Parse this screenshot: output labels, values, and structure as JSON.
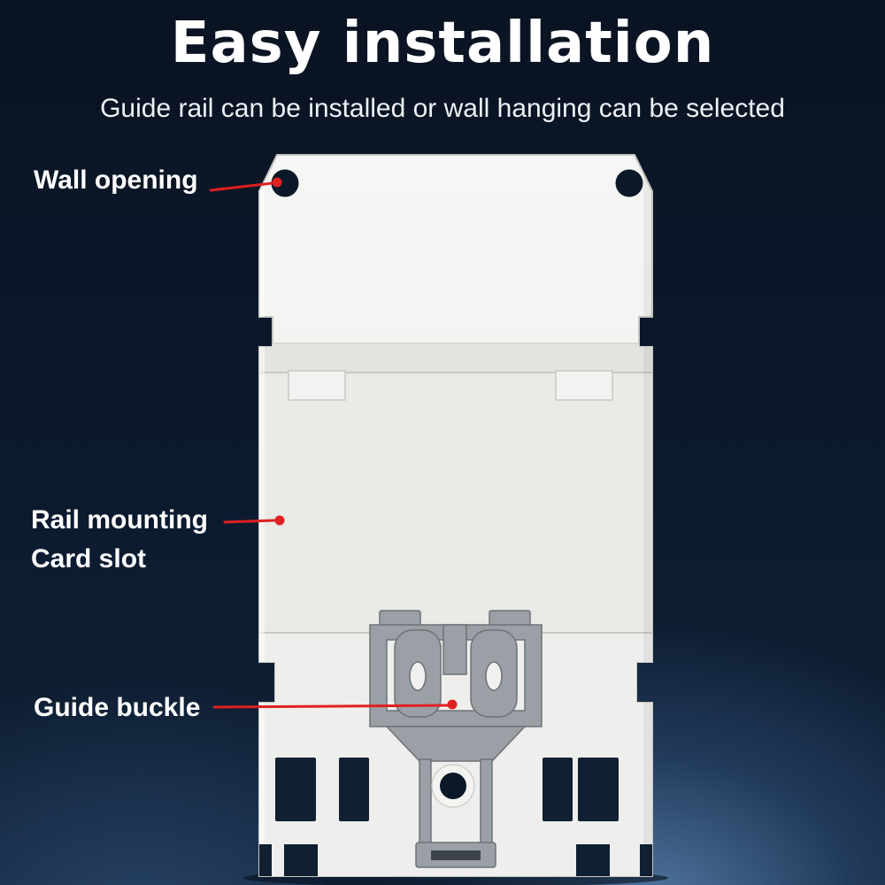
{
  "header": {
    "title": "Easy installation",
    "subtitle": "Guide rail can be installed or wall hanging can be selected"
  },
  "callouts": [
    {
      "label": "Wall opening"
    },
    {
      "label": "Rail mounting",
      "label2": "Card slot"
    },
    {
      "label": "Guide buckle"
    }
  ],
  "colors": {
    "background": "#0a1526",
    "background_glow": "#3c6494",
    "title_text": "#ffffff",
    "callout_red": "#e02021",
    "device_white": "#f1f1ef",
    "clip_gray": "#9aa0a5",
    "hole_dark": "#0b1828"
  }
}
